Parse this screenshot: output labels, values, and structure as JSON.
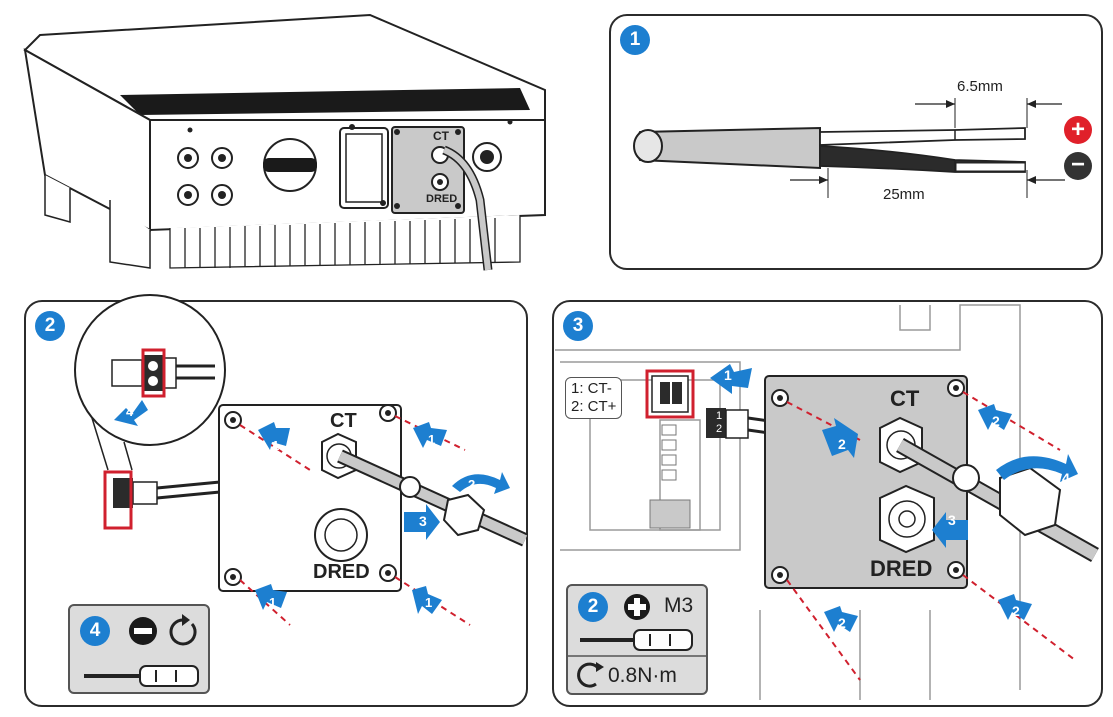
{
  "step1": {
    "number": "1",
    "dim_strip": "6.5mm",
    "dim_sheath": "25mm",
    "positive_symbol": "+",
    "negative_symbol": "−"
  },
  "step2": {
    "number": "2",
    "port_top": "CT",
    "port_bottom": "DRED",
    "arrow_labels": [
      "1",
      "1",
      "1",
      "1",
      "2",
      "3",
      "4"
    ],
    "tool_box": {
      "number": "4"
    }
  },
  "step3": {
    "number": "3",
    "pin_labels": [
      "1: CT-",
      "2: CT+"
    ],
    "connector_pins": [
      "1",
      "2"
    ],
    "port_top": "CT",
    "port_bottom": "DRED",
    "arrow_labels": [
      "1",
      "2",
      "2",
      "2",
      "2",
      "3",
      "4"
    ],
    "tool_box": {
      "number": "2",
      "screw": "M3",
      "torque": "0.8N·m"
    }
  },
  "overview": {
    "port_ct": "CT",
    "port_dred": "DRED"
  },
  "colors": {
    "badge_blue": "#1d7fd0",
    "highlight_red": "#d0202e",
    "positive_red": "#e0202a",
    "negative_dark": "#333333",
    "cover_gray": "#c9c9c9"
  }
}
